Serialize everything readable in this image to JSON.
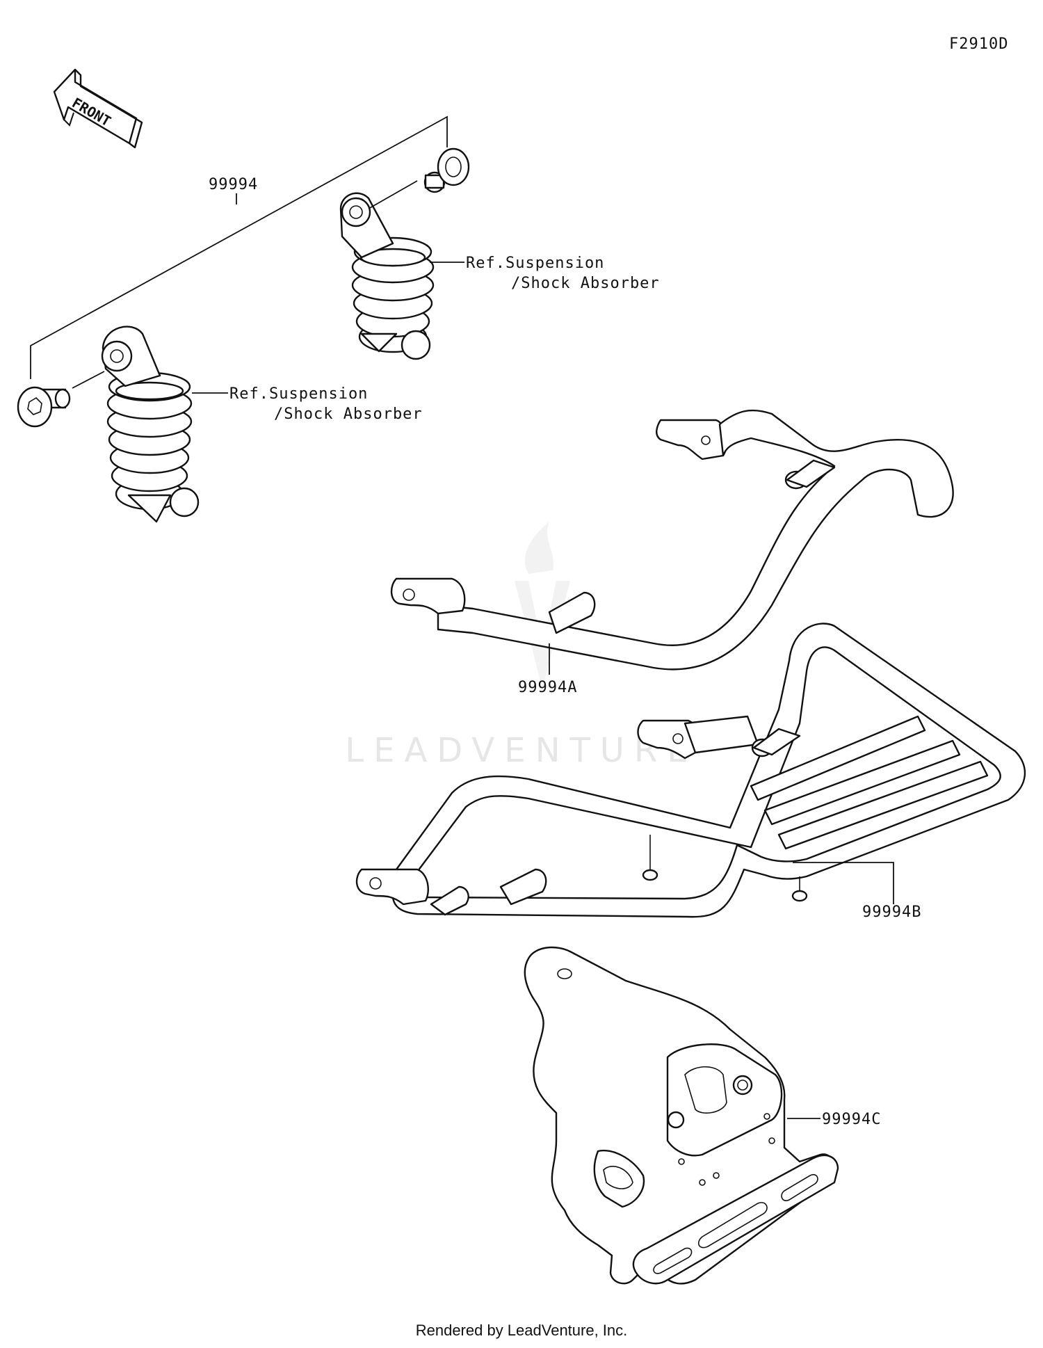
{
  "diagram_code": "F2910D",
  "front_label": "FRONT",
  "callouts": {
    "kit": "99994",
    "part_a": "99994A",
    "part_b": "99994B",
    "part_c": "99994C"
  },
  "refs": {
    "upper": {
      "line1": "Ref.Suspension",
      "line2": "/Shock Absorber"
    },
    "lower": {
      "line1": "Ref.Suspension",
      "line2": "/Shock Absorber"
    }
  },
  "watermark": "LEADVENTURE",
  "footer": "Rendered by LeadVenture, Inc.",
  "colors": {
    "ink": "#111111",
    "watermark": "#e6e6e6",
    "background": "#ffffff"
  }
}
